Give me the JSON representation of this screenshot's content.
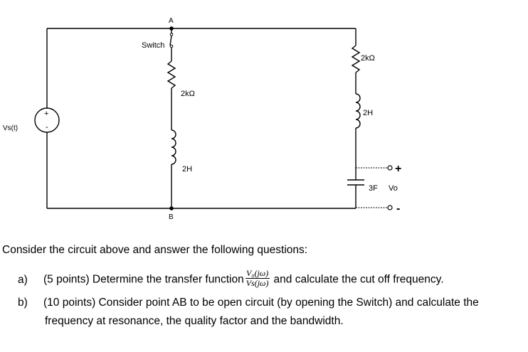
{
  "circuit": {
    "node_a": "A",
    "node_b": "B",
    "switch_label": "Switch",
    "r1_label": "2kΩ",
    "l1_label": "2H",
    "r2_label": "2kΩ",
    "l2_label": "2H",
    "c_label": "3F",
    "vo_label": "Vo",
    "vo_plus": "+",
    "vo_minus": "-",
    "source_label": "Vs(t)",
    "source_plus": "+",
    "source_minus": "-"
  },
  "text": {
    "intro": "Consider the circuit above and answer the following questions:",
    "qa_letter": "a)",
    "qa_pre": "(5 points) Determine the transfer function",
    "tf_num": "V₀(jω)",
    "tf_den": "Vs(jω)",
    "qa_post": "and calculate the cut off frequency.",
    "qb_letter": "b)",
    "qb_line1": "(10 points) Consider point AB to be open circuit (by opening the Switch) and calculate the",
    "qb_line2": "frequency at resonance, the quality factor and the bandwidth."
  }
}
